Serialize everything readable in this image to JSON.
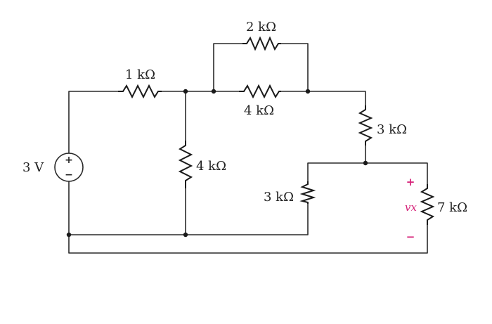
{
  "diagram": {
    "source": {
      "label": "3 V",
      "plus": "+",
      "minus": "−"
    },
    "resistors": {
      "r1": "1 kΩ",
      "r2": "2 kΩ",
      "r3": "4 kΩ",
      "r4": "4 kΩ",
      "r5": "3 kΩ",
      "r6": "3 kΩ",
      "r7": "7 kΩ"
    },
    "vx": {
      "label": "vx",
      "plus": "+",
      "minus": "−"
    },
    "colors": {
      "wire": "#2a2a2a",
      "text": "#222222",
      "polarity": "#d6247a"
    }
  }
}
